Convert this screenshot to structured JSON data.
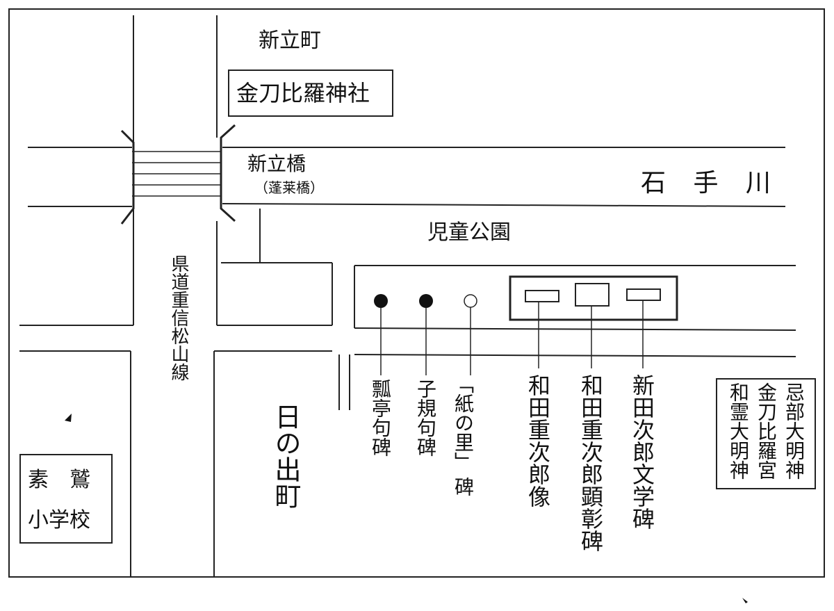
{
  "labels": {
    "shintate_cho": "新立町",
    "shrine": "金刀比羅神社",
    "bridge": "新立橋",
    "bridge_alias": "（蓬莱橋）",
    "river": "石 手 川",
    "park": "児童公園",
    "road": "県道重信松山線",
    "hinode_cho": "日の出町",
    "school_line1": "素　鷲",
    "school_line2": "小学校",
    "hyotei": "瓢亭句碑",
    "shiki": "子規句碑",
    "kaminosato_1": "「紙の里」",
    "kaminosato_2": "碑",
    "wada_statue": "和田重次郎像",
    "wada_monument": "和田重次郎顕彰碑",
    "nitta": "新田次郎文学碑",
    "deity_1": "忌部大明神",
    "deity_2": "金刀比羅宮",
    "deity_3": "和霊大明神"
  },
  "markers": {
    "hyotei": "filled-circle",
    "shiki": "filled-circle",
    "kaminosato": "open-circle"
  },
  "colors": {
    "ink": "#111111",
    "background": "#ffffff"
  }
}
